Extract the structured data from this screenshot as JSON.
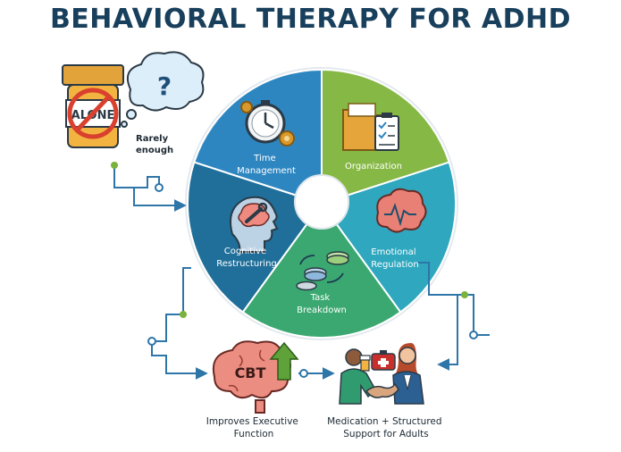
{
  "title": "BEHAVIORAL THERAPY FOR ADHD",
  "pill_note": {
    "bottle_label": "ALONE",
    "bubble_symbol": "?",
    "caption_line1": "Rarely",
    "caption_line2": "enough"
  },
  "wheel": {
    "time_management": [
      "Time",
      "Management"
    ],
    "organization": [
      "Organization"
    ],
    "emotional_regulation": [
      "Emotional",
      "Regulation"
    ],
    "task_breakdown": [
      "Task",
      "Breakdown"
    ],
    "cognitive_restructuring": [
      "Cognitive",
      "Restructuring"
    ]
  },
  "bottom": {
    "cbt_brain_text": "CBT",
    "executive_line1": "Improves Executive",
    "executive_line2": "Function",
    "support_line1": "Medication + Structured",
    "support_line2": "Support for Adults"
  },
  "colors": {
    "title": "#183f5c",
    "time_management": "#2e86c1",
    "organization": "#86b845",
    "emotional_regulation": "#2ea7bf",
    "task_breakdown": "#3aa870",
    "cognitive_restructuring": "#1f6f9a",
    "connector": "#2e75a8",
    "node": "#7ab33c"
  }
}
